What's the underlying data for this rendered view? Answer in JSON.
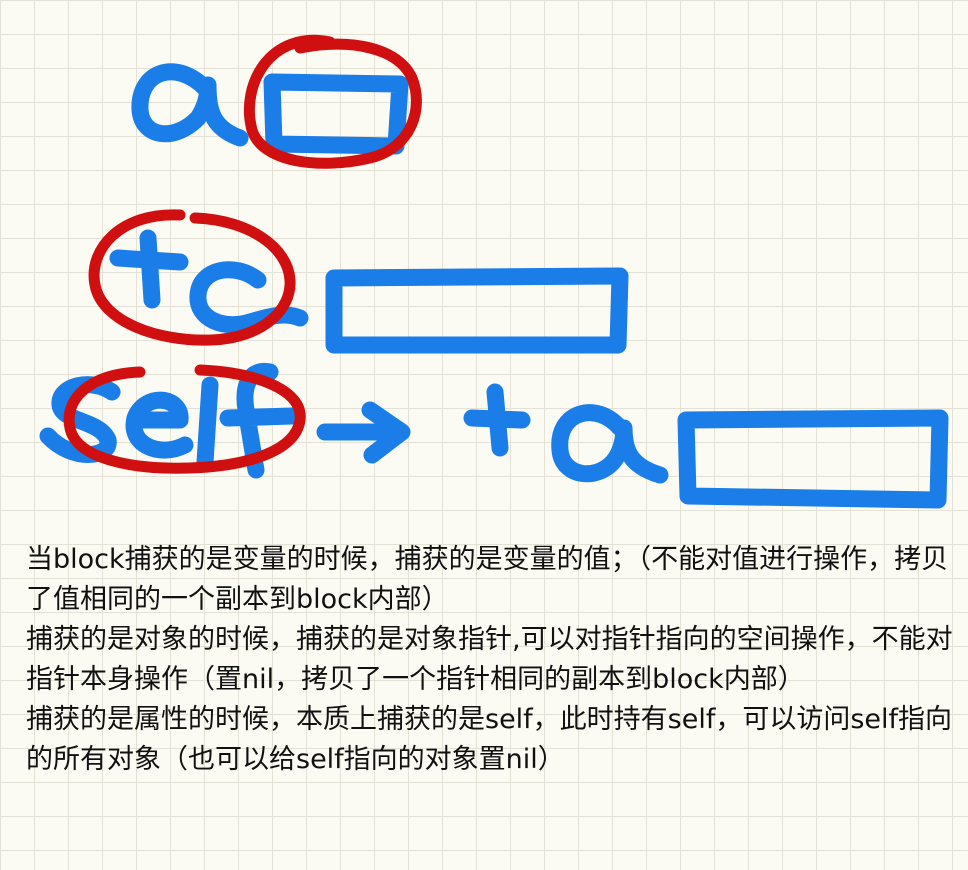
{
  "notes": [
    "当block捕获的是变量的时候，捕获的是变量的值；（不能对值进行操作，拷贝了值相同的一个副本到block内部）",
    "捕获的是对象的时候，捕获的是对象指针,可以对指针指向的空间操作，不能对指针本身操作（置nil，拷贝了一个指针相同的副本到block内部）",
    "捕获的是属性的时候，本质上捕获的是self，此时持有self，可以访问self指向的所有对象（也可以给self指向的对象置nil）"
  ],
  "colors": {
    "ink_blue": "#1a7de8",
    "ink_red": "#d01010",
    "grid": "#e4e2d6",
    "paper": "#fbfaf3"
  }
}
